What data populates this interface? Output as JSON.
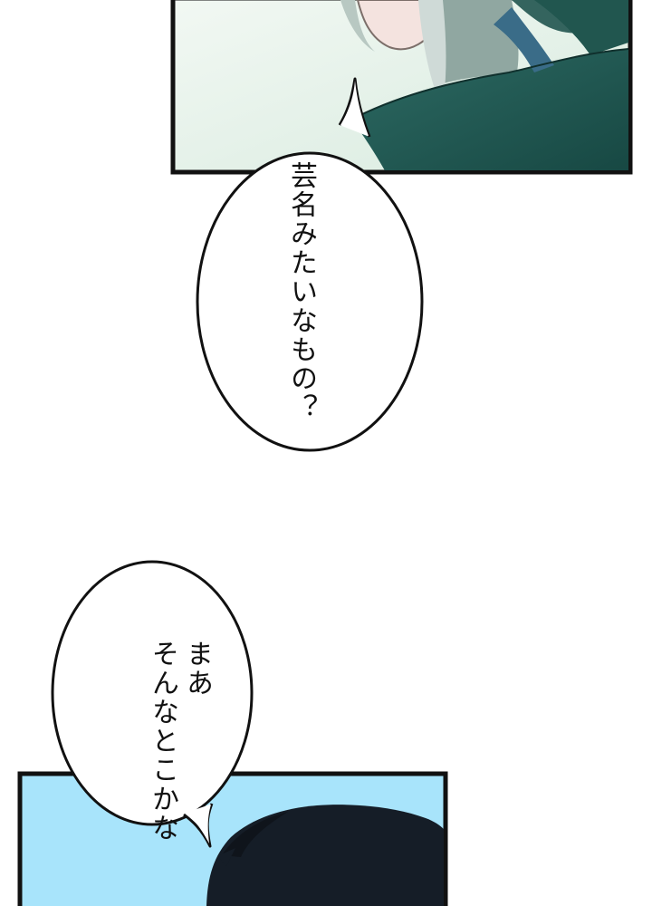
{
  "speech_bubbles": [
    {
      "text": "芸名みたいなもの？"
    },
    {
      "lines": [
        "まあ",
        "そんなとこかな"
      ]
    }
  ],
  "colors": {
    "top_panel_bg": "#e8f3ea",
    "jacket": "#1f5b55",
    "bottom_panel_bg": "#a7e3fb",
    "hair": "#151d27",
    "ink": "#111111"
  }
}
